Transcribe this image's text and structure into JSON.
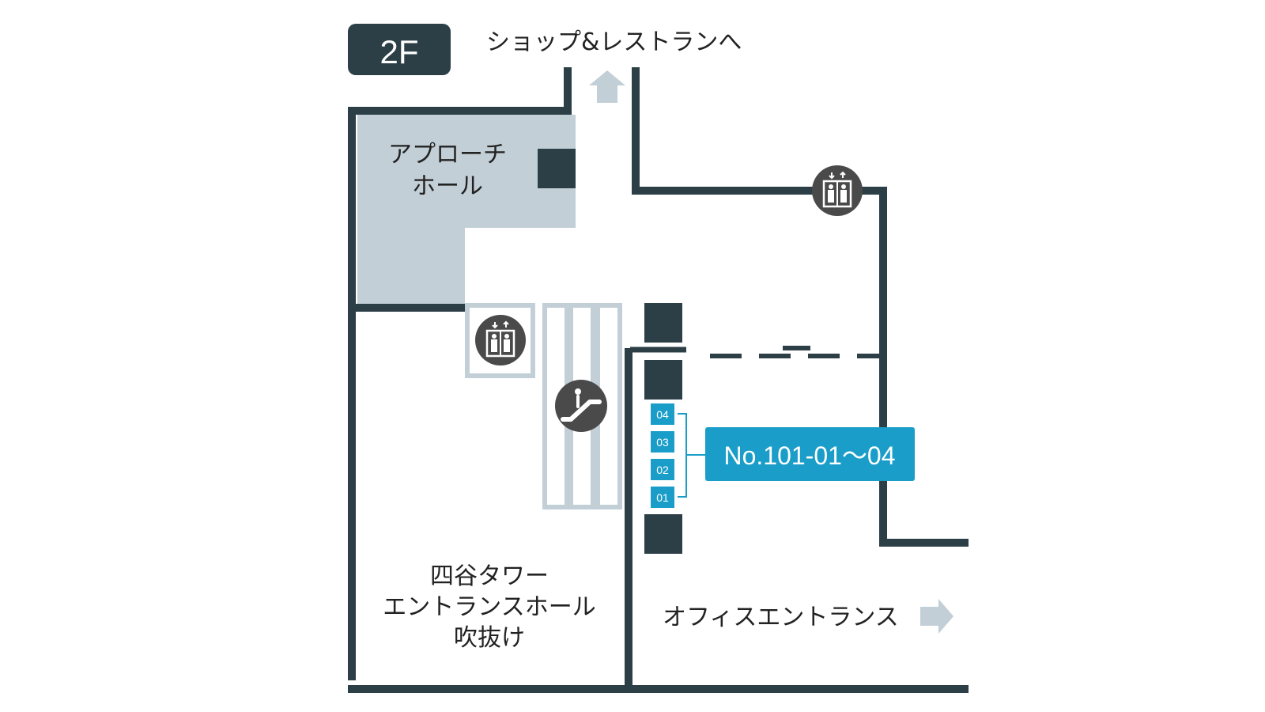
{
  "floor": {
    "label": "2F"
  },
  "labels": {
    "to_shops": "ショップ&レストランへ",
    "approach_hall": [
      "アプローチ",
      "ホール"
    ],
    "tower_hall": [
      "四谷タワー",
      "エントランスホール",
      "吹抜け"
    ],
    "office_entrance": "オフィスエントランス"
  },
  "units": [
    "04",
    "03",
    "02",
    "01"
  ],
  "highlight": {
    "label": "No.101-01～04"
  },
  "icons": [
    "elevator-icon",
    "elevator-icon",
    "escalator-icon",
    "arrow-up-icon",
    "arrow-right-icon"
  ],
  "colors": {
    "wall": "#2d3f46",
    "hall_fill": "#c3cfd6",
    "accent": "#1a9ec9",
    "icon_bg": "#4a4a4a",
    "arrow": "#c3cfd6"
  }
}
